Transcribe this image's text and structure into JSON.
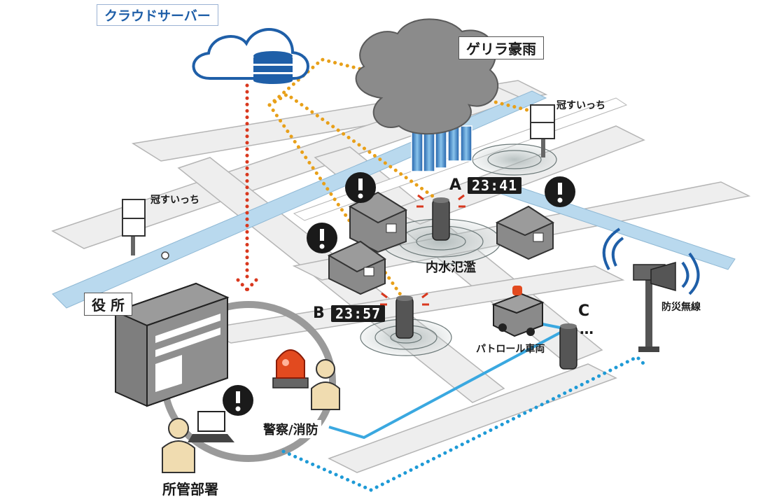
{
  "labels": {
    "cloud_server": "クラウドサーバー",
    "guerrilla_rain": "ゲリラ豪雨",
    "sensor_right": "冠すいっち",
    "sensor_left": "冠すいっち",
    "flooding": "内水氾濫",
    "city_office": "役 所",
    "patrol_car": "パトロール車両",
    "disaster_radio": "防災無線",
    "police_fire": "警察/消防",
    "department": "所管部署"
  },
  "points": {
    "a": {
      "letter": "A",
      "time": "23:41"
    },
    "b": {
      "letter": "B",
      "time": "23:57"
    },
    "c": {
      "letter": "C",
      "ellipsis": "…"
    }
  },
  "colors": {
    "red_dots": "#d9381e",
    "orange_dots": "#e8a019",
    "blue_dots": "#1e9ad6",
    "blue_line": "#3aa8e0",
    "cloud_blue": "#1f5fa8",
    "road": "#eeeeee",
    "river": "#b9d9ee"
  }
}
